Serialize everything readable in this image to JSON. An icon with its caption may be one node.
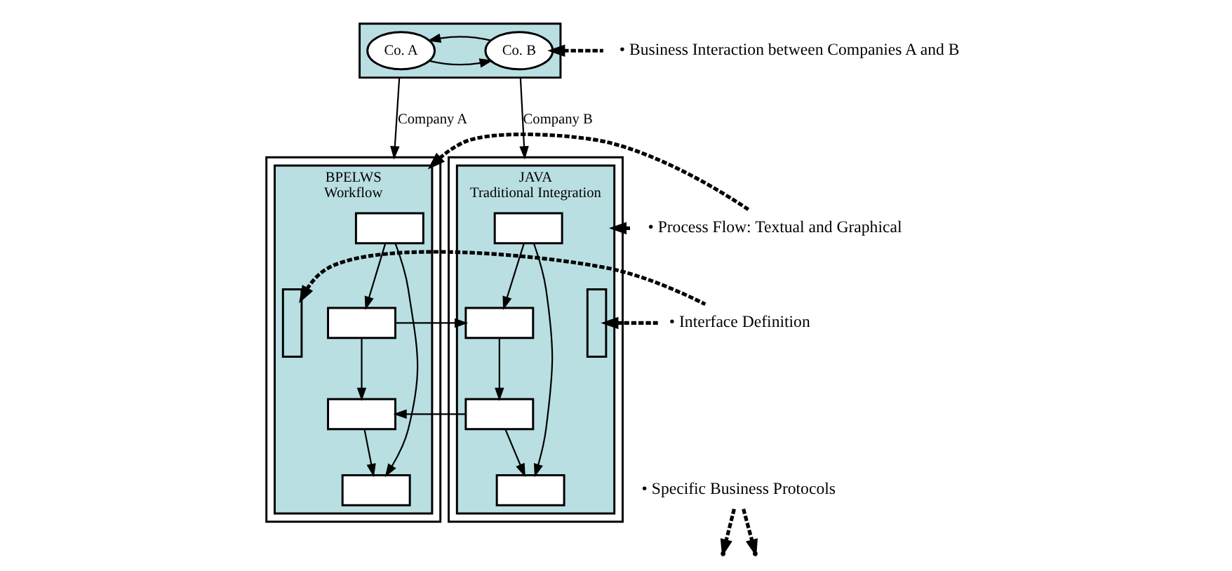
{
  "diagram": {
    "nodes": [
      {
        "text": [],
        "shape": "box"
      },
      {
        "text": [
          "Co. A"
        ],
        "in": 0
      },
      {
        "text": [
          "Co. B"
        ],
        "in": 0
      },
      {
        "text": [],
        "shape": "box"
      },
      {
        "text": [
          "BPELWS",
          "Workflow"
        ],
        "in": 3
      },
      {
        "text": [],
        "shape": "box",
        "in": 4
      },
      {
        "text": [],
        "shape": "box",
        "in": 4
      },
      {
        "text": [],
        "shape": "box",
        "in": 4
      },
      {
        "text": [],
        "shape": "box",
        "in": 4
      },
      {
        "text": [],
        "shape": "bar",
        "in": 4
      },
      {
        "text": [],
        "shape": "box"
      },
      {
        "text": [
          "JAVA",
          "Traditional Integration"
        ],
        "in": 10
      },
      {
        "text": [],
        "shape": "bar",
        "in": 11
      },
      {
        "text": [],
        "shape": "box",
        "in": 11
      },
      {
        "text": [],
        "shape": "box",
        "in": 11
      },
      {
        "text": [],
        "shape": "box",
        "in": 11
      },
      {
        "text": [],
        "shape": "box",
        "in": 11
      },
      {
        "text": [
          "• Business Interaction between Companies A and B"
        ]
      },
      {
        "text": [
          "• Process Flow: Textual and Graphical"
        ]
      },
      {
        "text": [
          "• Interface Definition"
        ]
      },
      {
        "text": [
          "• Specific Business Protocols"
        ]
      }
    ],
    "edges": [
      {
        "from": 1,
        "to": 2,
        "arrow": "to"
      },
      {
        "from": 2,
        "to": 1,
        "arrow": "to"
      },
      {
        "from": 0,
        "to": 3,
        "arrow": "to",
        "label": "Company A"
      },
      {
        "from": 0,
        "to": 10,
        "arrow": "to",
        "label": "Company B"
      },
      {
        "from": 5,
        "to": 6,
        "arrow": "to"
      },
      {
        "from": 5,
        "to": 8,
        "arrow": "to"
      },
      {
        "from": 6,
        "to": 7,
        "arrow": "to"
      },
      {
        "from": 7,
        "to": 8,
        "arrow": "to"
      },
      {
        "from": 13,
        "to": 14,
        "arrow": "to"
      },
      {
        "from": 13,
        "to": 16,
        "arrow": "to"
      },
      {
        "from": 14,
        "to": 15,
        "arrow": "to"
      },
      {
        "from": 15,
        "to": 16,
        "arrow": "to"
      },
      {
        "from": 6,
        "to": 14,
        "arrow": "to"
      },
      {
        "from": 15,
        "to": 7,
        "arrow": "to"
      },
      {
        "from": 17,
        "to": 2,
        "arrow": "to",
        "style": "dashed"
      },
      {
        "from": 18,
        "to": 4,
        "arrow": "to",
        "style": "dashed"
      },
      {
        "from": 18,
        "to": 11,
        "arrow": "to",
        "style": "dashed"
      },
      {
        "from": 19,
        "to": 9,
        "arrow": "to",
        "style": "dashed"
      },
      {
        "from": 19,
        "to": 12,
        "arrow": "to",
        "style": "dashed"
      },
      {
        "from": 20,
        "to": null,
        "arrow": "to",
        "style": "dashed"
      },
      {
        "from": 20,
        "to": null,
        "arrow": "to",
        "style": "dashed"
      }
    ]
  }
}
